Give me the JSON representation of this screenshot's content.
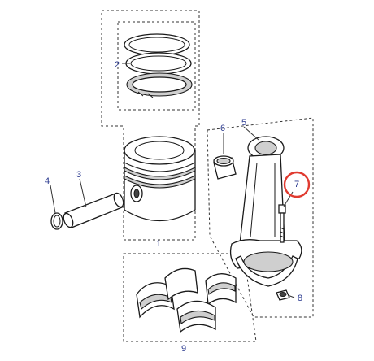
{
  "callouts": {
    "c1": "1",
    "c2": "2",
    "c3": "3",
    "c4": "4",
    "c5": "5",
    "c6": "6",
    "c7": "7",
    "c8": "8",
    "c9": "9"
  },
  "colors": {
    "callout_text": "#2b3a8f",
    "highlight_ring": "#e03a2f"
  }
}
